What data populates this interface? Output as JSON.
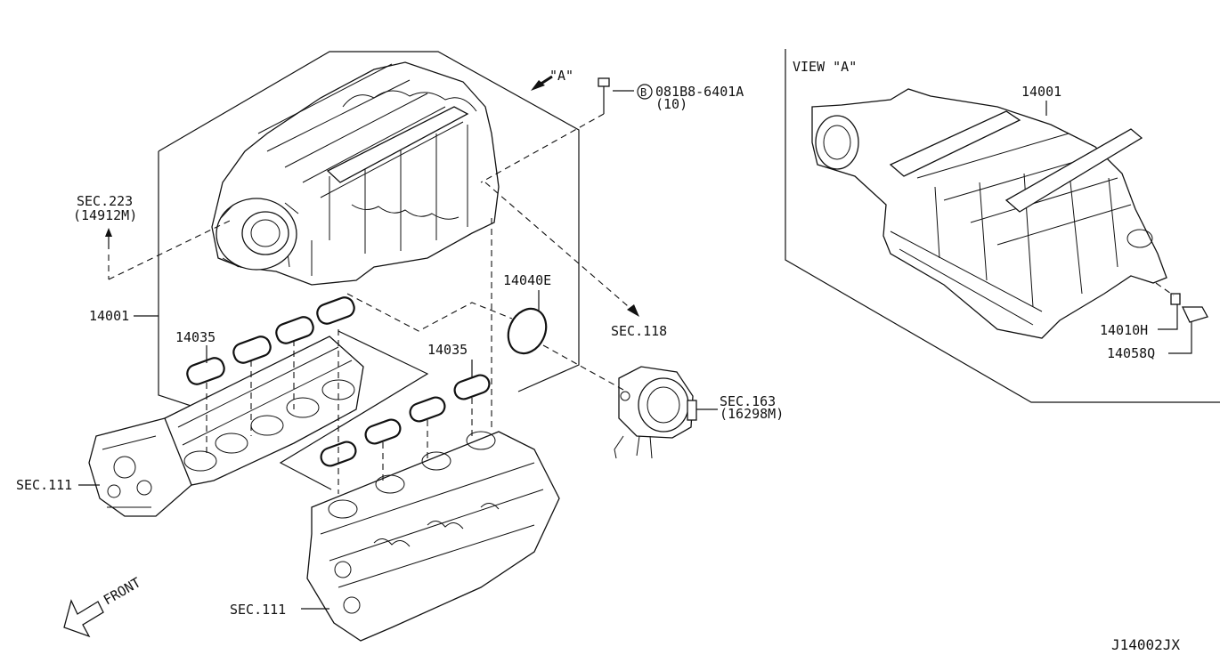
{
  "diagram_code": "J14002JX",
  "view_title": "VIEW \"A\"",
  "view_marker": "\"A\"",
  "front_label": "FRONT",
  "callouts": {
    "sec223": "SEC.223",
    "sec223_ref": "(14912M)",
    "bolt_code": "B",
    "bolt_part": "081B8-6401A",
    "bolt_qty": "(10)",
    "manifold_left": "14001",
    "manifold_view": "14001",
    "gasket_upper": "14035",
    "gasket_lower": "14035",
    "gasket_throttle": "14040E",
    "sec118": "SEC.118",
    "sec163": "SEC.163",
    "sec163_ref": "(16298M)",
    "sec111_left": "SEC.111",
    "sec111_bottom": "SEC.111",
    "part_14010h": "14010H",
    "part_14058q": "14058Q"
  }
}
